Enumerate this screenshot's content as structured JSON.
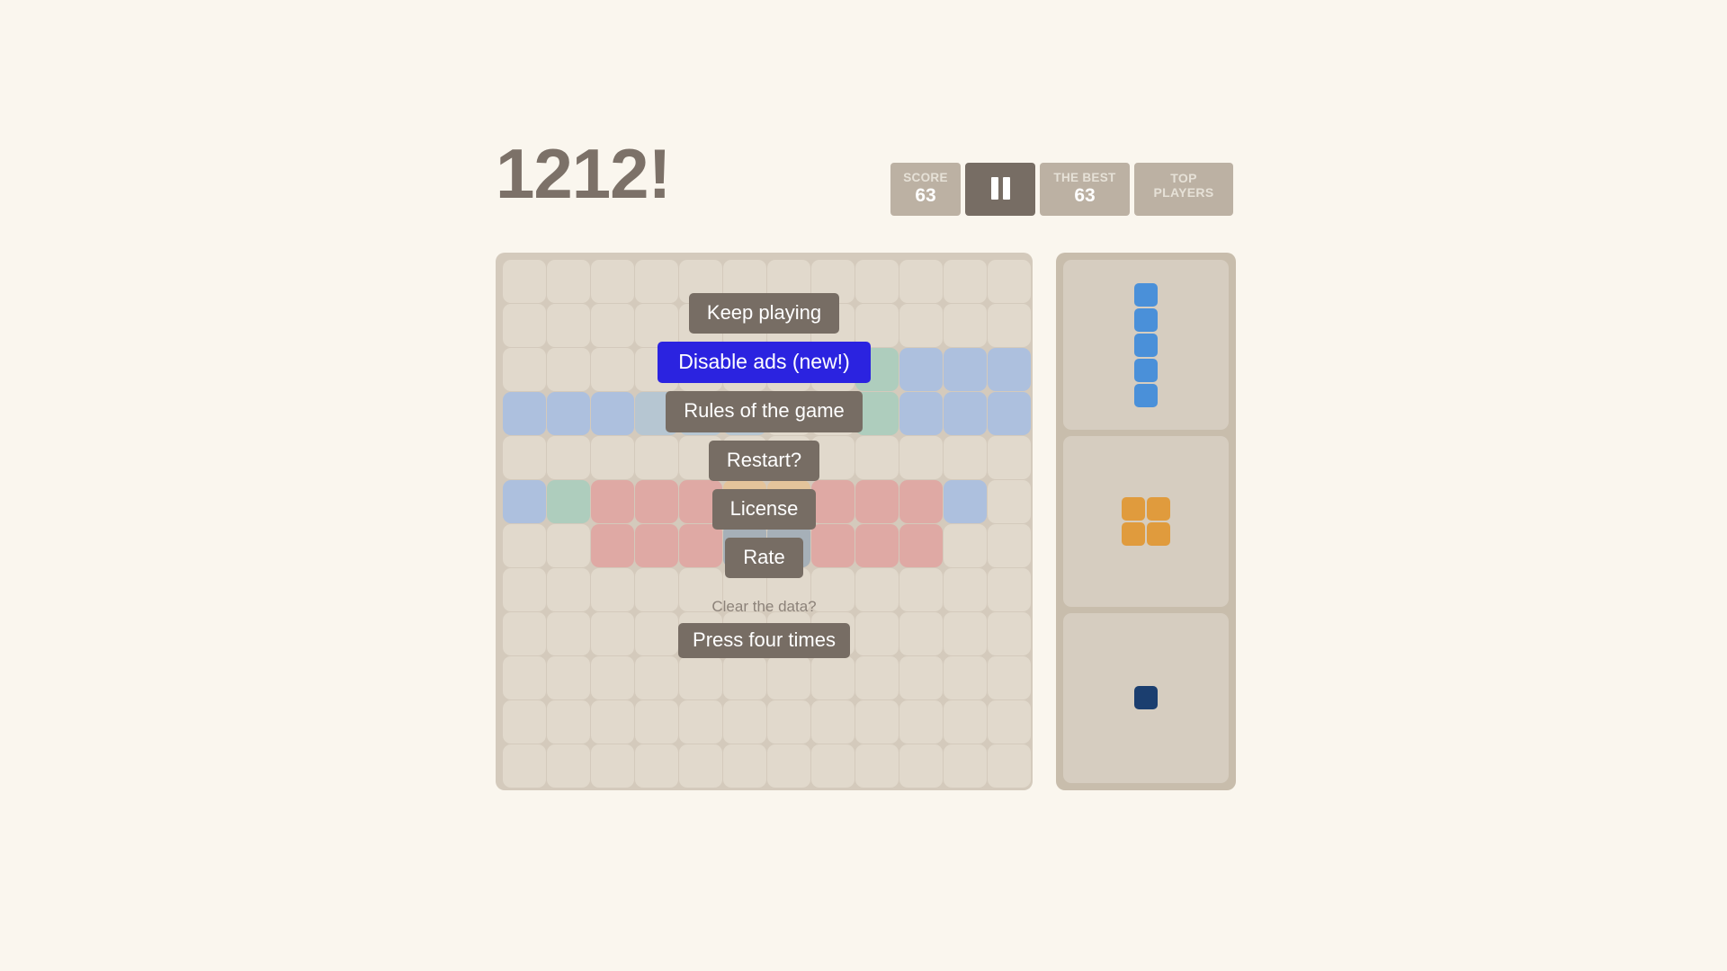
{
  "app": {
    "title": "1212!",
    "title_color": "#7c7168",
    "background_color": "#faf6ee"
  },
  "header": {
    "score": {
      "label": "SCORE",
      "value": "63"
    },
    "pause": {
      "icon": "pause-icon"
    },
    "best": {
      "label": "THE BEST",
      "value": "63"
    },
    "top_players": {
      "line1": "TOP",
      "line2": "PLAYERS"
    }
  },
  "menu": {
    "keep_playing": "Keep playing",
    "disable_ads": "Disable ads (new!)",
    "disable_ads_color": "#2b23e0",
    "rules": "Rules of the game",
    "restart": "Restart?",
    "license": "License",
    "rate": "Rate",
    "clear_data_label": "Clear the data?",
    "press_four_times": "Press four times",
    "button_color": "#776d64"
  },
  "board": {
    "rows": 12,
    "cols": 12,
    "empty_color": "#e1d9cc",
    "panel_color": "#d4cabc",
    "palette": {
      "blue": "#adc0de",
      "lightblue": "#b6c6d2",
      "green": "#aecdbd",
      "pink": "#dfa9a4",
      "tan": "#e4c49b",
      "slate": "#a6b0b8"
    },
    "cells": [
      [
        "",
        "",
        "",
        "",
        "",
        "",
        "",
        "",
        "",
        "",
        "",
        ""
      ],
      [
        "",
        "",
        "",
        "",
        "",
        "",
        "",
        "",
        "",
        "",
        "",
        ""
      ],
      [
        "",
        "",
        "",
        "",
        "",
        "",
        "",
        "",
        "green",
        "blue",
        "blue",
        "blue"
      ],
      [
        "blue",
        "blue",
        "blue",
        "lightblue",
        "lightblue",
        "lightblue",
        "",
        "",
        "green",
        "blue",
        "blue",
        "blue"
      ],
      [
        "",
        "",
        "",
        "",
        "",
        "",
        "",
        "",
        "",
        "",
        "",
        ""
      ],
      [
        "blue",
        "green",
        "pink",
        "pink",
        "pink",
        "tan",
        "tan",
        "pink",
        "pink",
        "pink",
        "blue",
        ""
      ],
      [
        "",
        "",
        "pink",
        "pink",
        "pink",
        "slate",
        "slate",
        "pink",
        "pink",
        "pink",
        "",
        ""
      ],
      [
        "",
        "",
        "",
        "",
        "",
        "",
        "",
        "",
        "",
        "",
        "",
        ""
      ],
      [
        "",
        "",
        "",
        "",
        "",
        "",
        "",
        "",
        "",
        "",
        "",
        ""
      ],
      [
        "",
        "",
        "",
        "",
        "",
        "",
        "",
        "",
        "",
        "",
        "",
        ""
      ],
      [
        "",
        "",
        "",
        "",
        "",
        "",
        "",
        "",
        "",
        "",
        "",
        ""
      ],
      [
        "",
        "",
        "",
        "",
        "",
        "",
        "",
        "",
        "",
        "",
        "",
        ""
      ]
    ]
  },
  "previews": [
    {
      "name": "piece-i-vertical",
      "color": "#4a90d9",
      "cols": 1,
      "cells": [
        "pblue",
        "pblue",
        "pblue",
        "pblue",
        "pblue"
      ]
    },
    {
      "name": "piece-square-2x2",
      "color": "#e09b3d",
      "cols": 2,
      "cells": [
        "porange",
        "porange",
        "porange",
        "porange"
      ]
    },
    {
      "name": "piece-single",
      "color": "#1b3e6f",
      "cols": 1,
      "cells": [
        "pnavy"
      ]
    }
  ]
}
